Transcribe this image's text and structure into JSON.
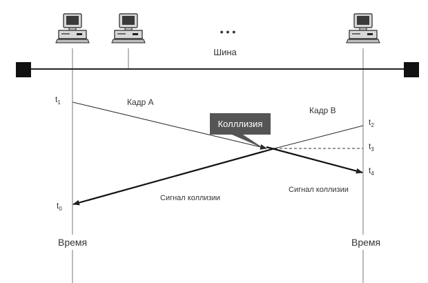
{
  "bus_label": "Шина",
  "ellipsis": "• • •",
  "frame_a_label": "Кадр A",
  "frame_b_label": "Кадр B",
  "collision_callout": "Колллизия",
  "jam_left_label": "Сигнал коллизии",
  "jam_right_label": "Сигнал коллизии",
  "time_label_left": "Время",
  "time_label_right": "Время",
  "times": {
    "t0": {
      "base": "t",
      "sub": "0"
    },
    "t1": {
      "base": "t",
      "sub": "1"
    },
    "t2": {
      "base": "t",
      "sub": "2"
    },
    "t3": {
      "base": "t",
      "sub": "3"
    },
    "t4": {
      "base": "t",
      "sub": "4"
    }
  },
  "colors": {
    "ink": "#333333",
    "callout_fill": "#555555",
    "callout_text": "#ffffff",
    "computer_body": "#d8d8d8",
    "computer_screen": "#3a3a3a"
  },
  "icons": {
    "computer": "desktop-computer-icon",
    "terminator": "bus-terminator-icon"
  }
}
